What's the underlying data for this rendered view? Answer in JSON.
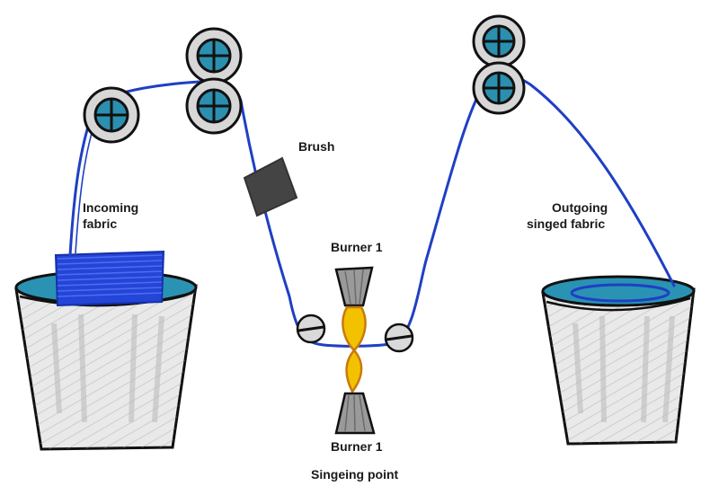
{
  "labels": {
    "brush": "Brush",
    "burner_top": "Burner 1",
    "burner_bottom": "Burner 1",
    "incoming_line1": "Incoming",
    "incoming_line2": "fabric",
    "outgoing_line1": "Outgoing",
    "outgoing_line2": "singed fabric",
    "singeing_point": "Singeing point"
  },
  "colors": {
    "fabric": "#1f3fc4",
    "water": "#2a93b4",
    "roller_fill": "#2b8fb0",
    "brush": "#444444",
    "flame": "#f2c200",
    "flame_edge": "#c77a10",
    "burner": "#9a9a9a",
    "bucket": "#e9e9ea"
  }
}
